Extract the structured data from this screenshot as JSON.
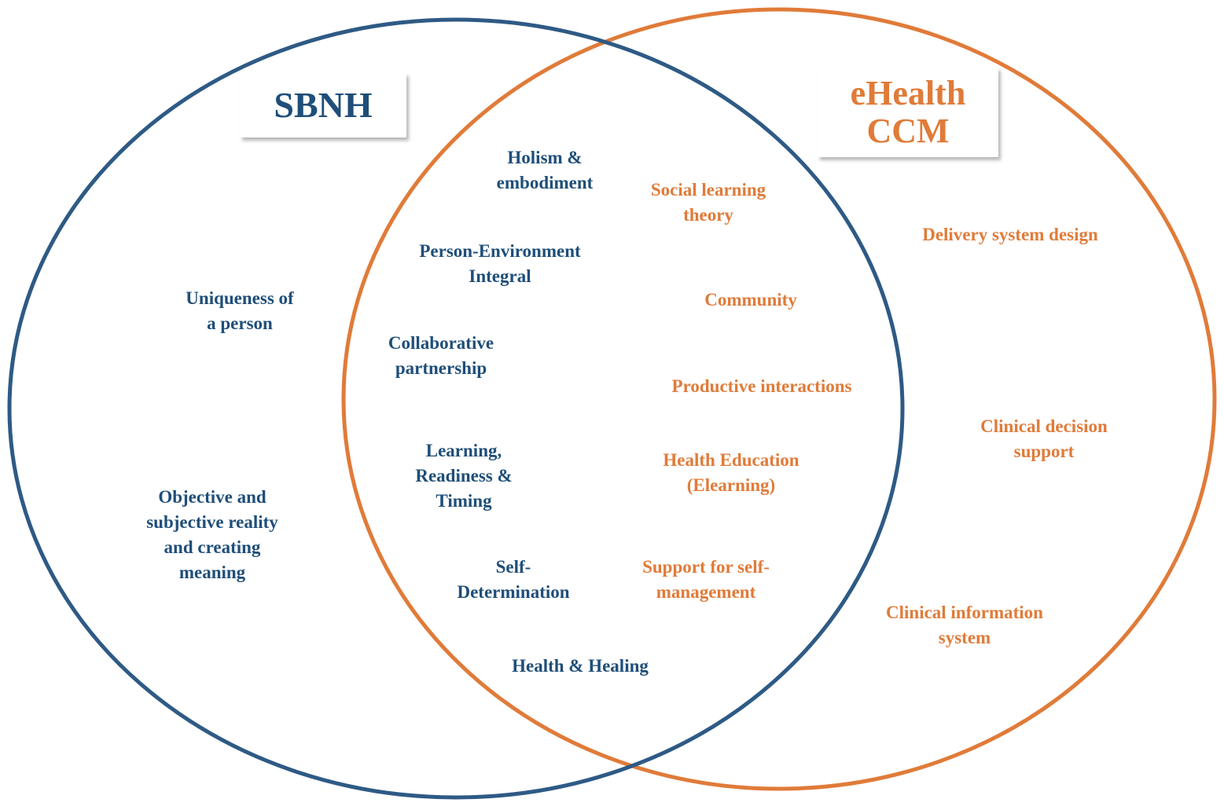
{
  "colors": {
    "sbnh": "#2e5a85",
    "ehealth": "#e07b39",
    "sbnh_text": "#1f4e79",
    "ehealth_text": "#e07b39"
  },
  "titles": {
    "sbnh": "SBNH",
    "ehealth": "eHealth\nCCM"
  },
  "sbnh_only": {
    "uniqueness": "Uniqueness of\na person",
    "objective": "Objective and\nsubjective reality\nand creating\nmeaning"
  },
  "overlap_sbnh": {
    "holism": "Holism &\nembodiment",
    "person_env": "Person-Environment\nIntegral",
    "collaborative": "Collaborative\npartnership",
    "learning": "Learning,\nReadiness &\nTiming",
    "self_det": "Self-\nDetermination",
    "health_healing": "Health & Healing"
  },
  "overlap_ehealth": {
    "social": "Social learning\ntheory",
    "community": "Community",
    "productive": "Productive interactions",
    "health_ed": "Health Education\n(Elearning)",
    "support": "Support for self-\nmanagement"
  },
  "ehealth_only": {
    "delivery": "Delivery system design",
    "decision": "Clinical decision\nsupport",
    "information": "Clinical information\nsystem"
  }
}
